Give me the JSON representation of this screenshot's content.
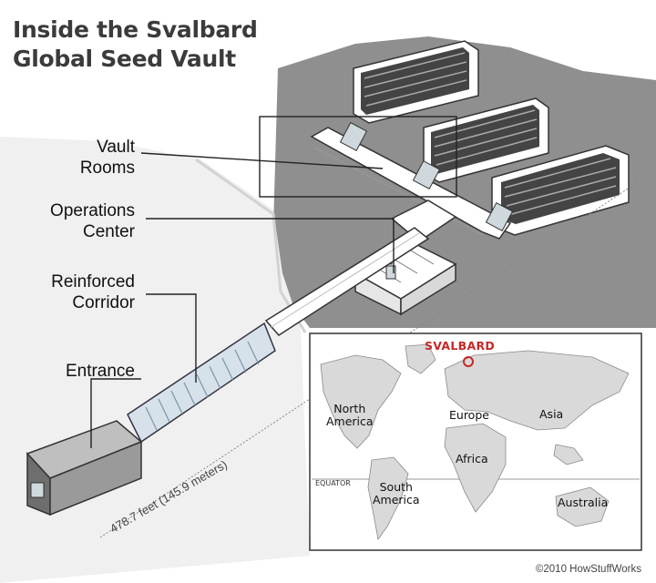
{
  "title": {
    "line1": "Inside the Svalbard",
    "line2": "Global Seed Vault"
  },
  "labels": {
    "vault_rooms": [
      "Vault",
      "Rooms"
    ],
    "operations_center": [
      "Operations",
      "Center"
    ],
    "reinforced_corridor": [
      "Reinforced",
      "Corridor"
    ],
    "entrance": "Entrance"
  },
  "distance_label": "478.7 feet (145.9 meters)",
  "map": {
    "svalbard": "SVALBARD",
    "equator": "EQUATOR",
    "regions": {
      "north_america": [
        "North",
        "America"
      ],
      "europe": "Europe",
      "asia": "Asia",
      "africa": "Africa",
      "south_america": [
        "South",
        "America"
      ],
      "australia": "Australia"
    }
  },
  "credit": "©2010 HowStuffWorks",
  "colors": {
    "rock": "#8f8f8f",
    "snow": "#efefef",
    "structure": "#ffffff",
    "accent": "#c62828",
    "text": "#111111"
  }
}
